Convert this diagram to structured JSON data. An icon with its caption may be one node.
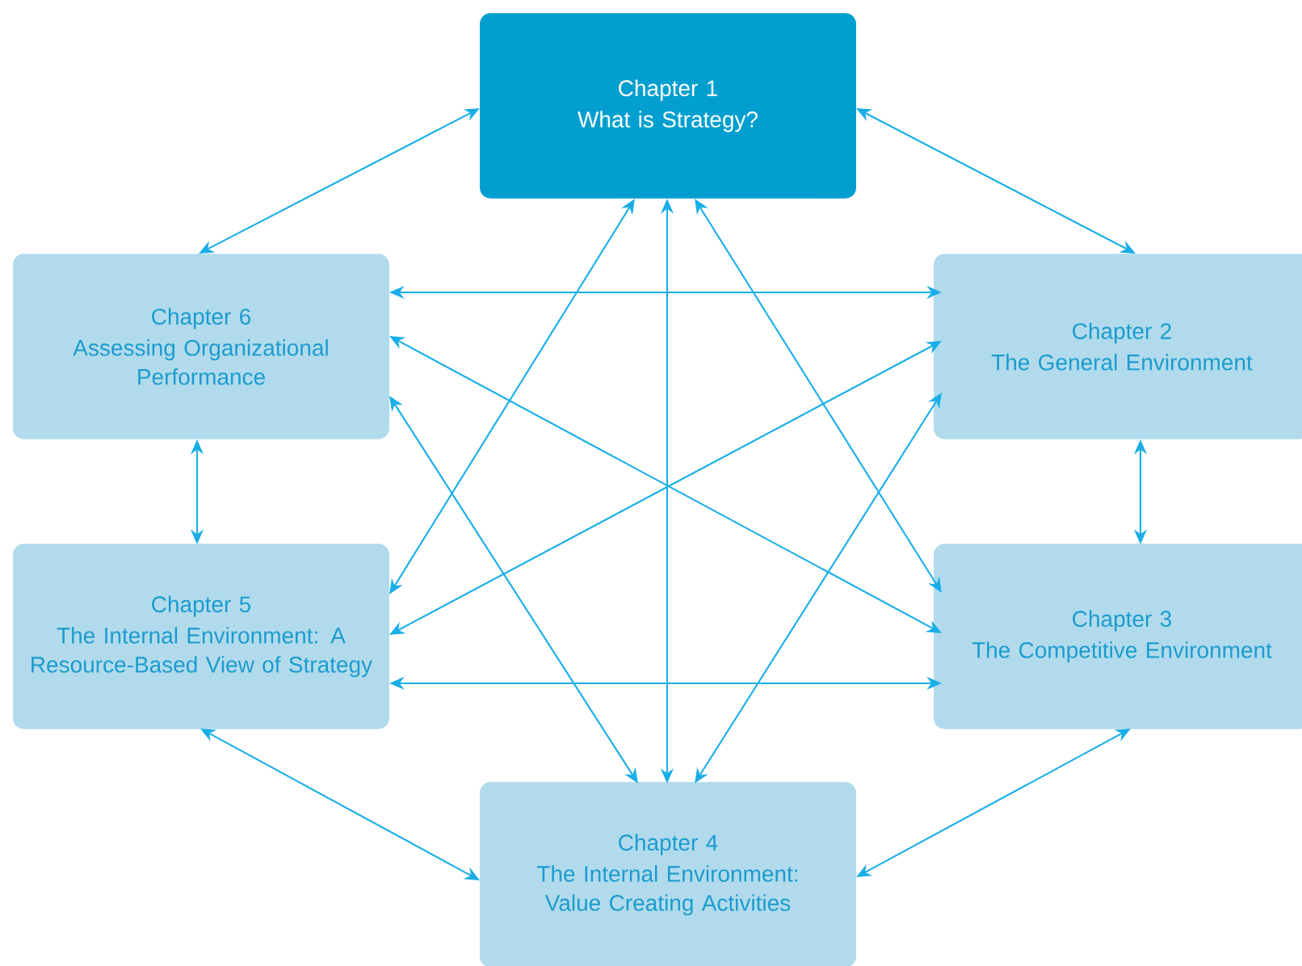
{
  "diagram": {
    "nodes": [
      {
        "text": [
          "Chapter 1",
          "What is Strategy?"
        ]
      },
      {
        "text": [
          "Chapter 2",
          "The General Environment"
        ]
      },
      {
        "text": [
          "Chapter 3",
          "The Competitive Environment"
        ]
      },
      {
        "text": [
          "Chapter 4",
          "The Internal Environment: Value Creating Activities"
        ]
      },
      {
        "text": [
          "Chapter 5",
          "The Internal Environment: A Resource-Based View of Strategy"
        ]
      },
      {
        "text": [
          "Chapter 6",
          "Assessing Organizational Performance"
        ]
      }
    ],
    "edges": [
      {
        "from": 0,
        "to": 1,
        "arrow": "both"
      },
      {
        "from": 0,
        "to": 5,
        "arrow": "both"
      },
      {
        "from": 5,
        "to": 1,
        "arrow": "both"
      },
      {
        "from": 5,
        "to": 4,
        "arrow": "both"
      },
      {
        "from": 1,
        "to": 2,
        "arrow": "both"
      },
      {
        "from": 4,
        "to": 2,
        "arrow": "both"
      },
      {
        "from": 4,
        "to": 3,
        "arrow": "both"
      },
      {
        "from": 2,
        "to": 3,
        "arrow": "both"
      },
      {
        "from": 0,
        "to": 3,
        "arrow": "both"
      },
      {
        "from": 0,
        "to": 4,
        "arrow": "both"
      },
      {
        "from": 0,
        "to": 2,
        "arrow": "both"
      },
      {
        "from": 5,
        "to": 2,
        "arrow": "both"
      },
      {
        "from": 5,
        "to": 3,
        "arrow": "both"
      },
      {
        "from": 1,
        "to": 4,
        "arrow": "both"
      },
      {
        "from": 1,
        "to": 3,
        "arrow": "both"
      }
    ]
  }
}
